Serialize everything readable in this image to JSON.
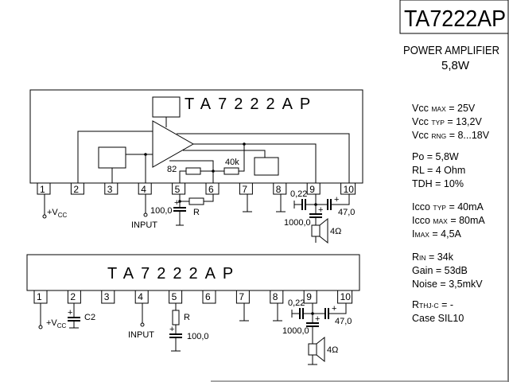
{
  "header": {
    "part_number": "TA7222AP",
    "description_line1": "POWER AMPLIFIER",
    "description_line2": "5,8W"
  },
  "specs": {
    "vcc_max": {
      "sym": "Vcc",
      "sub": "MAX",
      "value": "= 25V"
    },
    "vcc_typ": {
      "sym": "Vcc",
      "sub": "TYP",
      "value": "= 13,2V"
    },
    "vcc_rng": {
      "sym": "Vcc",
      "sub": "RNG",
      "value": "= 8...18V"
    },
    "po": "Po  = 5,8W",
    "rl": "RL  = 4 Ohm",
    "tdh": "TDH = 10%",
    "icco_typ": {
      "sym": "Icco",
      "sub": "TYP",
      "value": "= 40mA"
    },
    "icco_max": {
      "sym": "Icco",
      "sub": "MAX",
      "value": "= 80mA"
    },
    "imax": {
      "sym": "I",
      "sub": "MAX",
      "value": "=    4,5A"
    },
    "rin": {
      "sym": "R",
      "sub": "IN",
      "value": "= 34k"
    },
    "gain": "Gain  = 53dB",
    "noise": "Noise = 3,5mkV",
    "rthj": {
      "sym": "R",
      "sub": "THJ-C",
      "value": "= -"
    },
    "case": "Case SIL10"
  },
  "top_diagram": {
    "chip_label": "TA7222AP",
    "pins": [
      "1",
      "2",
      "3",
      "4",
      "5",
      "6",
      "7",
      "8",
      "9",
      "10"
    ],
    "internal_r1": "82",
    "internal_r2": "40k",
    "vcc_label": "+V",
    "vcc_sub": "CC",
    "input_label": "INPUT",
    "c5_label": "100,0",
    "r_label": "R",
    "c8_9_label": "0,22",
    "c9_10_label": "47,0",
    "cout_label": "1000,0",
    "speaker_label": "4Ω"
  },
  "bottom_diagram": {
    "chip_label": "TA7222AP",
    "pins": [
      "1",
      "2",
      "3",
      "4",
      "5",
      "6",
      "7",
      "8",
      "9",
      "10"
    ],
    "vcc_label": "+V",
    "vcc_sub": "CC",
    "c2_label": "C2",
    "input_label": "INPUT",
    "r_label": "R",
    "c5_label": "100,0",
    "c8_9_label": "0,22",
    "c9_10_label": "47,0",
    "cout_label": "1000,0",
    "speaker_label": "4Ω"
  }
}
